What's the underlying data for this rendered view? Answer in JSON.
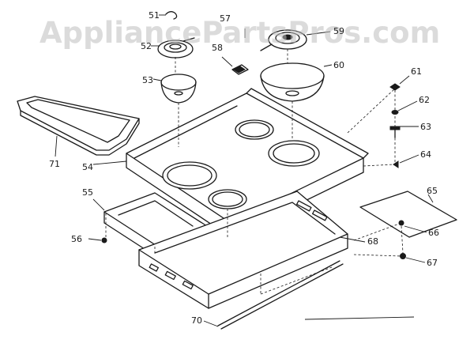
{
  "watermark": "AppliancePartsPros.com",
  "callouts": [
    {
      "id": "c51",
      "text": "51"
    },
    {
      "id": "c52",
      "text": "52"
    },
    {
      "id": "c53",
      "text": "53"
    },
    {
      "id": "c54",
      "text": "54"
    },
    {
      "id": "c55",
      "text": "55"
    },
    {
      "id": "c56",
      "text": "56"
    },
    {
      "id": "c57",
      "text": "57"
    },
    {
      "id": "c58",
      "text": "58"
    },
    {
      "id": "c59",
      "text": "59"
    },
    {
      "id": "c60",
      "text": "60"
    },
    {
      "id": "c61",
      "text": "61"
    },
    {
      "id": "c62",
      "text": "62"
    },
    {
      "id": "c63",
      "text": "63"
    },
    {
      "id": "c64",
      "text": "64"
    },
    {
      "id": "c65",
      "text": "65"
    },
    {
      "id": "c66",
      "text": "66"
    },
    {
      "id": "c67",
      "text": "67"
    },
    {
      "id": "c68",
      "text": "68"
    },
    {
      "id": "c70",
      "text": "70"
    },
    {
      "id": "c71",
      "text": "71"
    }
  ]
}
